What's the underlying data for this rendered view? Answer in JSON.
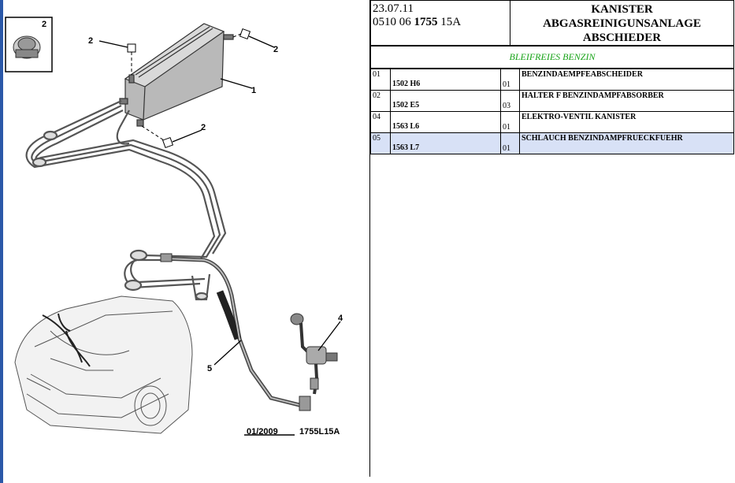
{
  "header": {
    "date": "23.07.11",
    "code_prefix": "0510 06",
    "code_bold": "1755",
    "code_suffix": "15A",
    "title_line1": "KANISTER",
    "title_line2": "ABGASREINIGUNSANLAGE",
    "title_line3": "ABSCHIEDER"
  },
  "subtitle": "BLEIFREIES BENZIN",
  "parts": [
    {
      "no": "01",
      "ref": "1502 H6",
      "qty": "01",
      "desc": "BENZINDAEMPFEABSCHEIDER"
    },
    {
      "no": "02",
      "ref": "1502 E5",
      "qty": "03",
      "desc": "HALTER F BENZINDAMPFABSORBER"
    },
    {
      "no": "04",
      "ref": "1563 L6",
      "qty": "01",
      "desc": "ELEKTRO-VENTIL KANISTER"
    },
    {
      "no": "05",
      "ref": "1563 L7",
      "qty": "01",
      "desc": "SCHLAUCH BENZINDAMPFRUECKFUEHR"
    }
  ],
  "selected_part_index": 3,
  "diagram": {
    "callouts": [
      "1",
      "2",
      "2",
      "2",
      "2",
      "4",
      "5"
    ],
    "stamp_date": "01/2009",
    "stamp_code": "1755L15A"
  },
  "toolbar": {
    "icons": [
      "zoom-in-icon",
      "zoom-out-icon",
      "zoom-pan-icon"
    ]
  },
  "colors": {
    "subtitle_green": "#17a317",
    "selected_row": "#d8e1f6",
    "left_strip": "#2b58a8"
  }
}
